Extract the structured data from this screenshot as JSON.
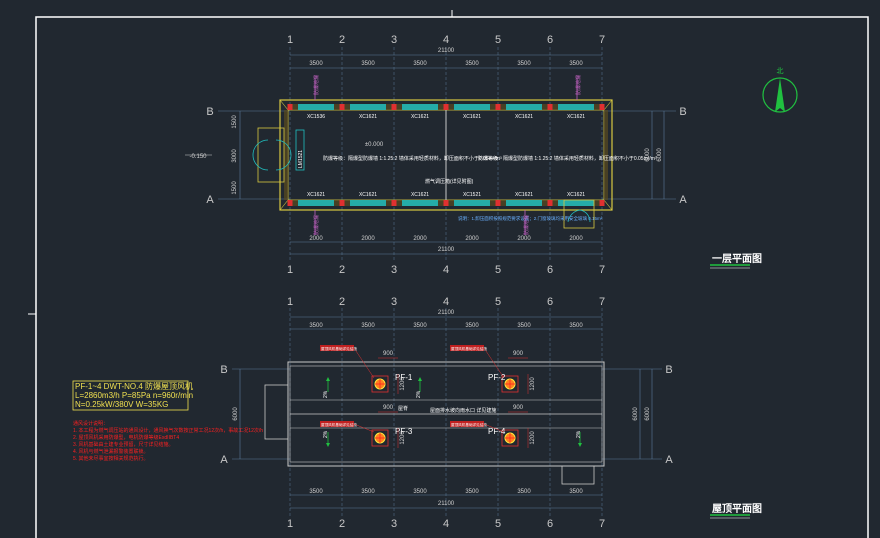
{
  "colors": {
    "background": "#212830",
    "frame": "#ffffff",
    "axis_grid": "#5a7a9a",
    "wall_yellow": "#d8c840",
    "window_cyan": "#20c0c0",
    "accent_red": "#ff2020",
    "accent_green": "#20c040",
    "magenta": "#c060c0"
  },
  "north_arrow": {
    "label": "北"
  },
  "plan1": {
    "title": "一层平面图",
    "top_axis_labels": [
      "1",
      "2",
      "3",
      "4",
      "5",
      "6",
      "7"
    ],
    "bottom_axis_labels": [
      "1",
      "2",
      "3",
      "4",
      "5",
      "6",
      "7"
    ],
    "top_dims": [
      "3500",
      "3500",
      "3500",
      "3500",
      "3500",
      "3500"
    ],
    "bottom_dims": [
      "2000",
      "2000",
      "2000",
      "2000",
      "2000",
      "2000"
    ],
    "total_dim_top": "21100",
    "total_dim_bottom": "21100",
    "row_labels": [
      "B",
      "A"
    ],
    "left_dims": [
      "1500",
      "3000",
      "1500"
    ],
    "right_dims": [
      "6000",
      "6000"
    ],
    "level_left": "-0.150",
    "level_center": "±0.000",
    "window_tags_top": [
      "XC1536",
      "XC1621",
      "XC1621",
      "XC1621",
      "XC1621",
      "XC1621"
    ],
    "window_tags_bottom": [
      "XC1621",
      "XC1621",
      "XC1621",
      "XC1521",
      "XC1621",
      "XC1621"
    ],
    "door_tag_left": "LM1521",
    "room_note_left": "防爆等级：隔爆型防爆墙 1:1.25:2\n墙体采用轻质材料，卸压面积不小于0.05m²/m³",
    "room_note_right": "防爆等级：隔爆型防爆墙 1:1.25:2\n墙体采用轻质材料，卸压面积不小于0.05m²/m³",
    "center_note": "燃气调压箱(详见附图)",
    "bottom_note": "说明：1.卸压面积按照规范要求设置；2.门窗玻璃均采用安全玻璃 0.15m²",
    "magenta_tags": [
      "防爆地漏",
      "防爆地漏",
      "防爆地漏",
      "防爆地漏"
    ]
  },
  "plan2": {
    "title": "屋顶平面图",
    "top_axis_labels": [
      "1",
      "2",
      "3",
      "4",
      "5",
      "6",
      "7"
    ],
    "bottom_axis_labels": [
      "1",
      "2",
      "3",
      "4",
      "5",
      "6",
      "7"
    ],
    "top_dims": [
      "3500",
      "3500",
      "3500",
      "3500",
      "3500",
      "3500"
    ],
    "bottom_dims": [
      "3500",
      "3500",
      "3500",
      "3500",
      "3500",
      "3500"
    ],
    "total_dim_top": "21100",
    "total_dim_bottom": "21100",
    "row_labels": [
      "B",
      "A"
    ],
    "left_dims": [
      "6000"
    ],
    "right_dims": [
      "6000",
      "6000"
    ],
    "fans": [
      "PF-1",
      "PF-2",
      "PF-3",
      "PF-4"
    ],
    "fan_dims": [
      "900",
      "900",
      "900",
      "900"
    ],
    "fan_side_dims": [
      "1200",
      "1200",
      "1200",
      "1200"
    ],
    "ridge_label": "屋脊",
    "center_note": "屋面排水坡向雨水口\n详见建施",
    "slope_labels": [
      "2%",
      "2%",
      "2%",
      "2%"
    ],
    "red_tags": [
      "屋顶风机基础详见结施",
      "屋顶风机基础详见结施",
      "屋顶风机基础详见结施",
      "屋顶风机基础详见结施"
    ]
  },
  "legend": {
    "line1": "PF-1~4   DWT-NO.4   防爆屋顶风机",
    "line2": "L=2860m3/h  P=85Pa   n=960r/min",
    "line3": "N=0.25kW/380V   W=35KG"
  },
  "notes": {
    "title": "通风设计说明：",
    "items": [
      "1. 本工程为燃气调压站的通风设计，通风换气次数按正常工况12次/h，事故工况12次/h",
      "2. 屋顶风机采用防爆型，电机防爆等级ExdIIBT4",
      "3. 风机基础由土建专业预留，尺寸详见结施。",
      "4. 风机与燃气泄漏报警装置联锁。",
      "5. 其他未尽事宜按相关规范执行。"
    ]
  }
}
